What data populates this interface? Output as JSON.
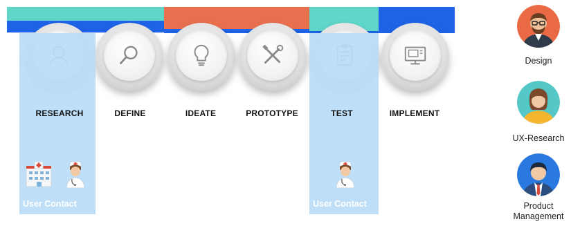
{
  "process": {
    "steps": [
      {
        "label": "RESEARCH",
        "icon": "person-icon"
      },
      {
        "label": "DEFINE",
        "icon": "magnifier-icon"
      },
      {
        "label": "IDEATE",
        "icon": "lightbulb-icon"
      },
      {
        "label": "PROTOTYPE",
        "icon": "tools-icon"
      },
      {
        "label": "TEST",
        "icon": "clipboard-icon"
      },
      {
        "label": "IMPLEMENT",
        "icon": "monitor-icon"
      }
    ],
    "contact_labels": [
      "User Contact",
      "User Contact"
    ]
  },
  "roles": [
    {
      "label": "Design",
      "icon": "designer-avatar-icon"
    },
    {
      "label": "UX-Research",
      "icon": "ux-researcher-avatar-icon"
    },
    {
      "label": "Product\nManagement",
      "icon": "product-manager-avatar-icon"
    }
  ],
  "colors": {
    "bar_teal": "#5fd6c8",
    "bar_blue": "#1e63e6",
    "bar_orange": "#e9704f",
    "highlight": "#b9dcf6"
  }
}
